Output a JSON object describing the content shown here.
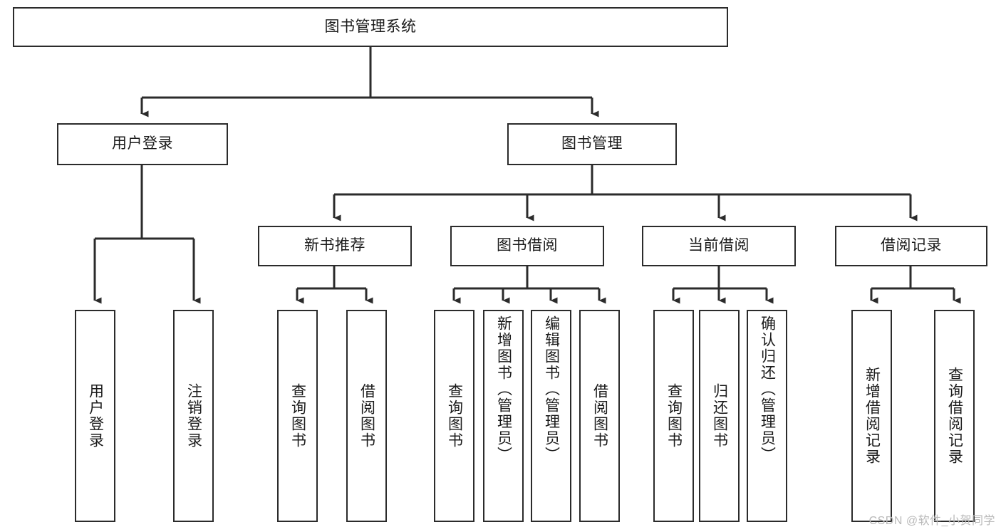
{
  "diagram": {
    "title": "图书管理系统",
    "type": "tree-hierarchy-chart",
    "theme": {
      "background": "#ffffff",
      "border": "#2b2b2b",
      "text": "#1a1a1a",
      "watermark": "#b9b9b9"
    },
    "root": {
      "label": "图书管理系统"
    },
    "level2": [
      {
        "label": "用户登录"
      },
      {
        "label": "图书管理"
      }
    ],
    "level3": [
      {
        "label": "新书推荐"
      },
      {
        "label": "图书借阅"
      },
      {
        "label": "当前借阅"
      },
      {
        "label": "借阅记录"
      }
    ],
    "leaves": {
      "user_login": [
        {
          "label": "用户登录"
        },
        {
          "label": "注销登录"
        }
      ],
      "new_book_recommend": [
        {
          "label": "查询图书"
        },
        {
          "label": "借阅图书"
        }
      ],
      "book_borrow": [
        {
          "label": "查询图书"
        },
        {
          "label": "新增图书（管理员）"
        },
        {
          "label": "编辑图书（管理员）"
        },
        {
          "label": "借阅图书"
        }
      ],
      "current_borrow": [
        {
          "label": "查询图书"
        },
        {
          "label": "归还图书"
        },
        {
          "label": "确认归还（管理员）"
        }
      ],
      "borrow_record": [
        {
          "label": "新增借阅记录"
        },
        {
          "label": "查询借阅记录"
        }
      ]
    }
  },
  "watermark": {
    "text": "CSDN @软件_小贺同学"
  }
}
